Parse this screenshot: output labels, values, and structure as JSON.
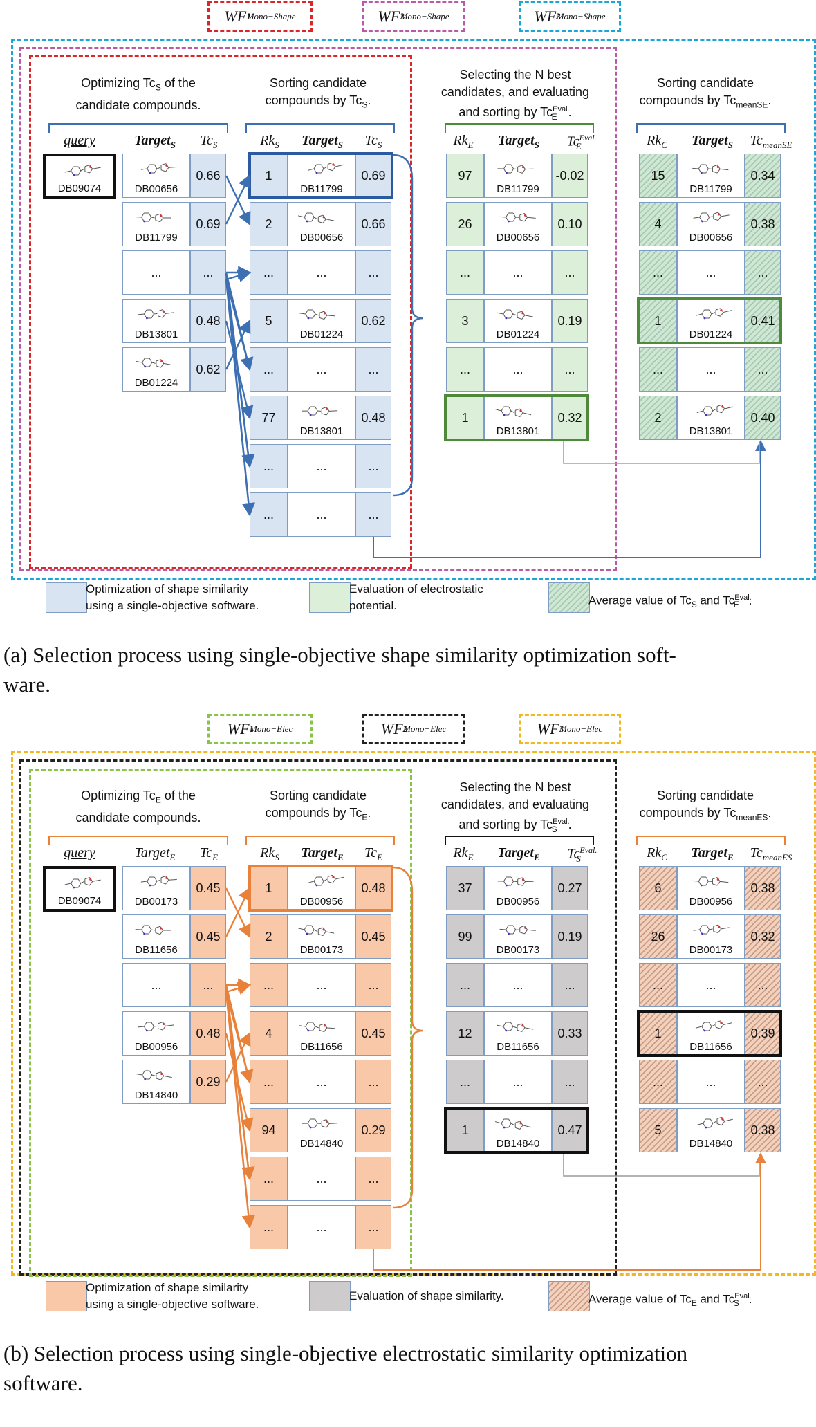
{
  "panel_a": {
    "wf_labels": [
      {
        "base": "WF",
        "sub": "1",
        "sup": "Mono−Shape",
        "color": "#d9262b"
      },
      {
        "base": "WF",
        "sub": "2",
        "sup": "Mono−Shape",
        "color": "#b85aa7"
      },
      {
        "base": "WF",
        "sub": "3",
        "sup": "Mono−Shape",
        "color": "#1aa7d8"
      }
    ],
    "section_titles": {
      "optimize": [
        "Optimizing Tc",
        "S",
        " of the",
        "candidate compounds."
      ],
      "sorting": [
        "Sorting candidate",
        "compounds by Tc",
        "S",
        "."
      ],
      "selecting": [
        "Selecting the N best",
        "candidates, and evaluating",
        "and sorting by Tc",
        "E",
        "Eval.",
        "."
      ],
      "sorting2": [
        "Sorting candidate",
        "compounds by Tc",
        "meanSE",
        "."
      ]
    },
    "headers": {
      "query": "query",
      "target": "Target",
      "target_sub": "S",
      "tc": "Tc",
      "tc_sub": "S",
      "rk": "Rk",
      "rk_sub": "S",
      "rk_e": "Rk",
      "rk_e_sub": "E",
      "tce": "Tc",
      "tce_sub": "E",
      "tce_sup": "Eval.",
      "rk_c": "Rk",
      "rk_c_sub": "C",
      "tcm": "Tc",
      "tcm_sub": "meanSE"
    },
    "query_id": "DB09074",
    "candidates": [
      {
        "id": "DB00656",
        "tc": "0.66"
      },
      {
        "id": "DB11799",
        "tc": "0.69"
      },
      {
        "id": "...",
        "tc": "..."
      },
      {
        "id": "DB13801",
        "tc": "0.48"
      },
      {
        "id": "DB01224",
        "tc": "0.62"
      }
    ],
    "sorted": [
      {
        "rk": "1",
        "id": "DB11799",
        "tc": "0.69"
      },
      {
        "rk": "2",
        "id": "DB00656",
        "tc": "0.66"
      },
      {
        "rk": "...",
        "id": "...",
        "tc": "..."
      },
      {
        "rk": "5",
        "id": "DB01224",
        "tc": "0.62"
      },
      {
        "rk": "...",
        "id": "...",
        "tc": "..."
      },
      {
        "rk": "77",
        "id": "DB13801",
        "tc": "0.48"
      },
      {
        "rk": "...",
        "id": "...",
        "tc": "..."
      },
      {
        "rk": "...",
        "id": "...",
        "tc": "..."
      }
    ],
    "selected": [
      {
        "rk": "97",
        "id": "DB11799",
        "tc": "-0.02"
      },
      {
        "rk": "26",
        "id": "DB00656",
        "tc": "0.10"
      },
      {
        "rk": "...",
        "id": "...",
        "tc": "..."
      },
      {
        "rk": "3",
        "id": "DB01224",
        "tc": "0.19"
      },
      {
        "rk": "...",
        "id": "...",
        "tc": "..."
      },
      {
        "rk": "1",
        "id": "DB13801",
        "tc": "0.32"
      }
    ],
    "final": [
      {
        "rk": "15",
        "id": "DB11799",
        "tc": "0.34"
      },
      {
        "rk": "4",
        "id": "DB00656",
        "tc": "0.38"
      },
      {
        "rk": "...",
        "id": "...",
        "tc": "..."
      },
      {
        "rk": "1",
        "id": "DB01224",
        "tc": "0.41"
      },
      {
        "rk": "...",
        "id": "...",
        "tc": "..."
      },
      {
        "rk": "2",
        "id": "DB13801",
        "tc": "0.40"
      }
    ],
    "legend": [
      {
        "text": [
          "Optimization of shape similarity",
          "using a single-objective software."
        ],
        "color": "#d9e4f3"
      },
      {
        "text": [
          "Evaluation of electrostatic",
          "potential."
        ],
        "color": "#dcefd8"
      },
      {
        "text": [
          "Average value of Tc",
          "S",
          " and Tc",
          "E",
          "Eval.",
          "."
        ],
        "color": "hatch"
      }
    ],
    "caption": [
      "(a) Selection process using single-objective shape similarity optimization soft-",
      "ware."
    ]
  },
  "panel_b": {
    "wf_labels": [
      {
        "base": "WF",
        "sub": "1",
        "sup": "Mono−Elec",
        "color": "#8bc34a"
      },
      {
        "base": "WF",
        "sub": "2",
        "sup": "Mono−Elec",
        "color": "#222222"
      },
      {
        "base": "WF",
        "sub": "3",
        "sup": "Mono−Elec",
        "color": "#f2b824"
      }
    ],
    "section_titles": {
      "optimize": [
        "Optimizing Tc",
        "E",
        " of the",
        "candidate compounds."
      ],
      "sorting": [
        "Sorting candidate",
        "compounds by Tc",
        "E",
        "."
      ],
      "selecting": [
        "Selecting the N best",
        "candidates, and evaluating",
        "and sorting by Tc",
        "S",
        "Eval.",
        "."
      ],
      "sorting2": [
        "Sorting candidate",
        "compounds by Tc",
        "meanES",
        "."
      ]
    },
    "headers": {
      "query": "query",
      "target": "Target",
      "target_sub": "E",
      "tc": "Tc",
      "tc_sub": "E",
      "rk": "Rk",
      "rk_sub": "S",
      "rk_e": "Rk",
      "rk_e_sub": "E",
      "tce": "Tc",
      "tce_sub": "S",
      "tce_sup": "Eval.",
      "rk_c": "Rk",
      "rk_c_sub": "C",
      "tcm": "Tc",
      "tcm_sub": "meanES"
    },
    "query_id": "DB09074",
    "candidates": [
      {
        "id": "DB00173",
        "tc": "0.45"
      },
      {
        "id": "DB11656",
        "tc": "0.45"
      },
      {
        "id": "...",
        "tc": "..."
      },
      {
        "id": "DB00956",
        "tc": "0.48"
      },
      {
        "id": "DB14840",
        "tc": "0.29"
      }
    ],
    "sorted": [
      {
        "rk": "1",
        "id": "DB00956",
        "tc": "0.48"
      },
      {
        "rk": "2",
        "id": "DB00173",
        "tc": "0.45"
      },
      {
        "rk": "...",
        "id": "...",
        "tc": "..."
      },
      {
        "rk": "4",
        "id": "DB11656",
        "tc": "0.45"
      },
      {
        "rk": "...",
        "id": "...",
        "tc": "..."
      },
      {
        "rk": "94",
        "id": "DB14840",
        "tc": "0.29"
      },
      {
        "rk": "...",
        "id": "...",
        "tc": "..."
      },
      {
        "rk": "...",
        "id": "...",
        "tc": "..."
      }
    ],
    "selected": [
      {
        "rk": "37",
        "id": "DB00956",
        "tc": "0.27"
      },
      {
        "rk": "99",
        "id": "DB00173",
        "tc": "0.19"
      },
      {
        "rk": "...",
        "id": "...",
        "tc": "..."
      },
      {
        "rk": "12",
        "id": "DB11656",
        "tc": "0.33"
      },
      {
        "rk": "...",
        "id": "...",
        "tc": "..."
      },
      {
        "rk": "1",
        "id": "DB14840",
        "tc": "0.47"
      }
    ],
    "final": [
      {
        "rk": "6",
        "id": "DB00956",
        "tc": "0.38"
      },
      {
        "rk": "26",
        "id": "DB00173",
        "tc": "0.32"
      },
      {
        "rk": "...",
        "id": "...",
        "tc": "..."
      },
      {
        "rk": "1",
        "id": "DB11656",
        "tc": "0.39"
      },
      {
        "rk": "...",
        "id": "...",
        "tc": "..."
      },
      {
        "rk": "5",
        "id": "DB14840",
        "tc": "0.38"
      }
    ],
    "legend": [
      {
        "text": [
          "Optimization of shape similarity",
          "using a single-objective software."
        ],
        "color": "#f8c8a9"
      },
      {
        "text": [
          "Evaluation of shape similarity."
        ],
        "color": "#cdcbcb"
      },
      {
        "text": [
          "Average value of Tc",
          "E",
          " and Tc",
          "S",
          "Eval.",
          "."
        ],
        "color": "hatch"
      }
    ],
    "caption": [
      "(b) Selection process using single-objective electrostatic similarity optimization",
      "software."
    ]
  },
  "colors": {
    "blue_fill": "#d9e4f3",
    "blue_line": "#3d6fb3",
    "green_fill": "#dcefd8",
    "green_line": "#4f8a3c",
    "orange_fill": "#f8c8a9",
    "orange_line": "#e8823a",
    "gray_fill": "#cdcbcb",
    "black_line": "#111111"
  }
}
